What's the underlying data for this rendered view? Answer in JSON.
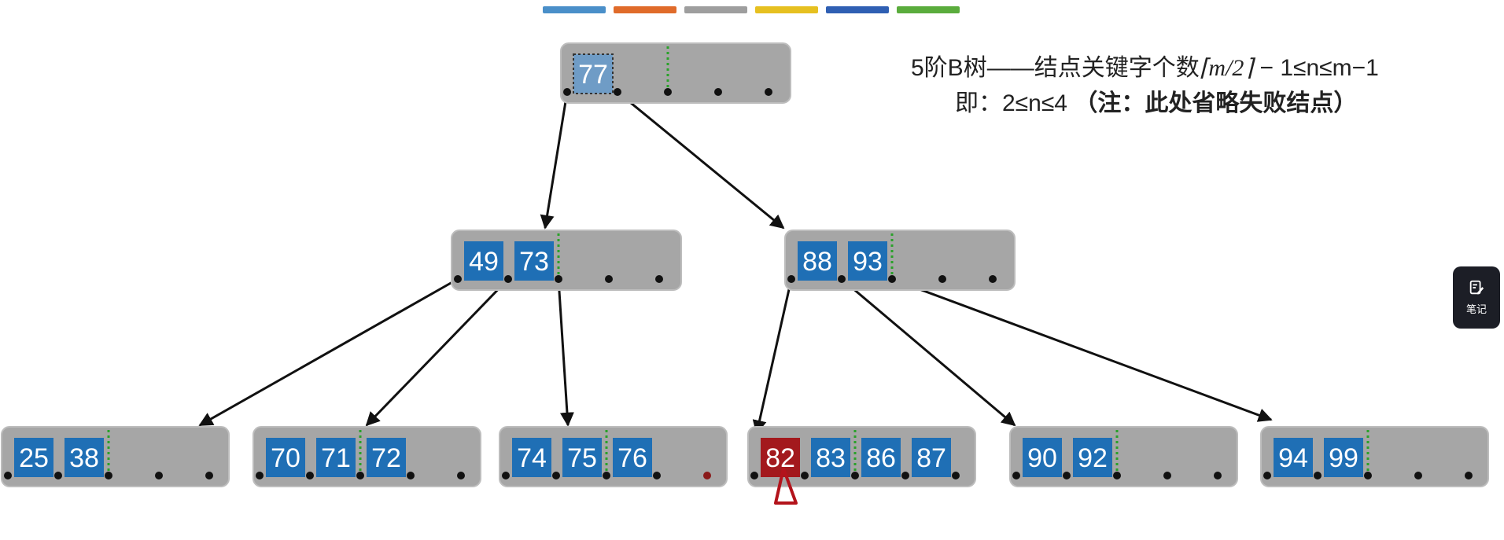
{
  "progress_bar": {
    "segments": [
      {
        "color": "#4a8fc9"
      },
      {
        "color": "#e06b2a"
      },
      {
        "color": "#9e9e9e"
      },
      {
        "color": "#e6c020"
      },
      {
        "color": "#2f5fb3"
      },
      {
        "color": "#5aac3c"
      }
    ]
  },
  "caption": {
    "line1_prefix": "5阶B树——结点关键字个数",
    "line1_math": "⌈m/2⌉",
    "line1_suffix": " − 1≤n≤m−1",
    "line2_prefix": "即：2≤n≤4 ",
    "line2_note": "（注：此处省略失败结点）"
  },
  "tree": {
    "nodes": [
      {
        "id": "root",
        "keys": [
          "77"
        ],
        "selected_key": 0
      },
      {
        "id": "l1-left",
        "keys": [
          "49",
          "73"
        ]
      },
      {
        "id": "l1-right",
        "keys": [
          "88",
          "93"
        ]
      },
      {
        "id": "leaf-1",
        "keys": [
          "25",
          "38"
        ]
      },
      {
        "id": "leaf-2",
        "keys": [
          "70",
          "71",
          "72"
        ]
      },
      {
        "id": "leaf-3",
        "keys": [
          "74",
          "75",
          "76"
        ],
        "red_last_pointer": true
      },
      {
        "id": "leaf-4",
        "keys": [
          "82",
          "83",
          "86",
          "87"
        ],
        "highlight_key": 0
      },
      {
        "id": "leaf-5",
        "keys": [
          "90",
          "92"
        ]
      },
      {
        "id": "leaf-6",
        "keys": [
          "94",
          "99"
        ]
      }
    ],
    "edges": [
      {
        "from": "root",
        "from_ptr": 0,
        "to": "l1-left"
      },
      {
        "from": "root",
        "from_ptr": 1,
        "to": "l1-right"
      },
      {
        "from": "l1-left",
        "from_ptr": 0,
        "to": "leaf-1"
      },
      {
        "from": "l1-left",
        "from_ptr": 1,
        "to": "leaf-2"
      },
      {
        "from": "l1-left",
        "from_ptr": 2,
        "to": "leaf-3"
      },
      {
        "from": "l1-right",
        "from_ptr": 0,
        "to": "leaf-4"
      },
      {
        "from": "l1-right",
        "from_ptr": 1,
        "to": "leaf-5"
      },
      {
        "from": "l1-right",
        "from_ptr": 2,
        "to": "leaf-6"
      }
    ]
  },
  "colors": {
    "node_bg": "#a6a6a6",
    "key_fill": "#1f6fb5",
    "key_selected": "#6f9cc6",
    "key_highlight": "#a3191d",
    "separator": "#2aa12a"
  },
  "sidebar": {
    "note_label": "笔记",
    "note_icon": "note-edit-icon"
  }
}
